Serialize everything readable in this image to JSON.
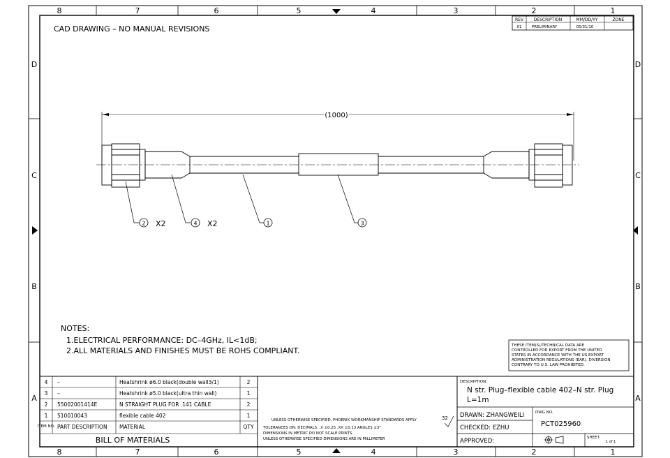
{
  "border": {
    "columns": [
      "8",
      "7",
      "6",
      "5",
      "4",
      "3",
      "2",
      "1"
    ],
    "rows": [
      "D",
      "C",
      "B",
      "A"
    ]
  },
  "header_note": "CAD DRAWING – NO MANUAL REVISIONS",
  "revision_block": {
    "headers": [
      "REV",
      "DESCRIPTION",
      "MM/DD/YY",
      "ZONE"
    ],
    "rows": [
      [
        "01",
        "PRELIMINARY",
        "05/31/10",
        ""
      ]
    ]
  },
  "dimension": "(1000)",
  "callouts": [
    {
      "id": "2",
      "label": "X2"
    },
    {
      "id": "4",
      "label": "X2"
    },
    {
      "id": "1",
      "label": ""
    },
    {
      "id": "3",
      "label": ""
    }
  ],
  "notes": {
    "title": "NOTES:",
    "items": [
      "1.ELECTRICAL PERFORMANCE: DC–4GHz, IL<1dB;",
      "2.ALL MATERIALS AND FINISHES MUST BE ROHS COMPLIANT."
    ]
  },
  "export_notice": [
    "THESE ITEM(S)/TECHNICAL DATA ARE",
    "CONTROLLED FOR EXPORT FROM THE UNITED",
    "STATES IN ACCORDANCE WITH THE US EXPORT",
    "ADMINISTRATION REGULATIONS (EAR). DIVERSION",
    "CONTRARY TO U.S. LAW PROHIBITED."
  ],
  "bom": {
    "title": "BILL OF MATERIALS",
    "headers": {
      "item": "ITEM NO.",
      "part": "PART DESCRIPTION",
      "material": "MATERIAL",
      "qty": "QTY"
    },
    "rows": [
      {
        "item": "4",
        "part": "–",
        "material": "Heatshrink ø6.0 black(double wall3/1)",
        "qty": "2"
      },
      {
        "item": "3",
        "part": "–",
        "material": "Heatshrink ø5.0 black(ultra thin wall)",
        "qty": "1"
      },
      {
        "item": "2",
        "part": "55002001414E",
        "material": "N STRAIGHT PLUG FOR .141 CABLE",
        "qty": "2"
      },
      {
        "item": "1",
        "part": "510010043",
        "material": "flexible cable 402",
        "qty": "1"
      }
    ]
  },
  "tolerances": {
    "line1": "UNLESS OTHERWISE SPECIFIED, PHOENIX WORKMANSHIP STANDARDS APPLY",
    "finish": "32",
    "line2": "TOLERANCES ON: DECIMALS: .X ±0.25 .XX ±0.13 ANGLES ±3°",
    "line3": "DIMENSIONS IN METRIC     DO NOT SCALE PRINTS",
    "line4": "UNLESS OTHERWISE SPECIFIED DIMENSIONS ARE IN MILLIMETER"
  },
  "title_block": {
    "description_label": "DESCRIPTION:",
    "description_line1": "N str. Plug–flexible cable 402–N str. Plug",
    "description_line2": "L=1m",
    "drawn": "DRAWN: ZHANGWEILI",
    "checked": "CHECKED: EZHU",
    "approved": "APPROVED:",
    "dwg_label": "DWG NO.",
    "dwg_no": "PCT025960",
    "sheet_label": "SHEET",
    "sheet_value": "1 of 1"
  }
}
